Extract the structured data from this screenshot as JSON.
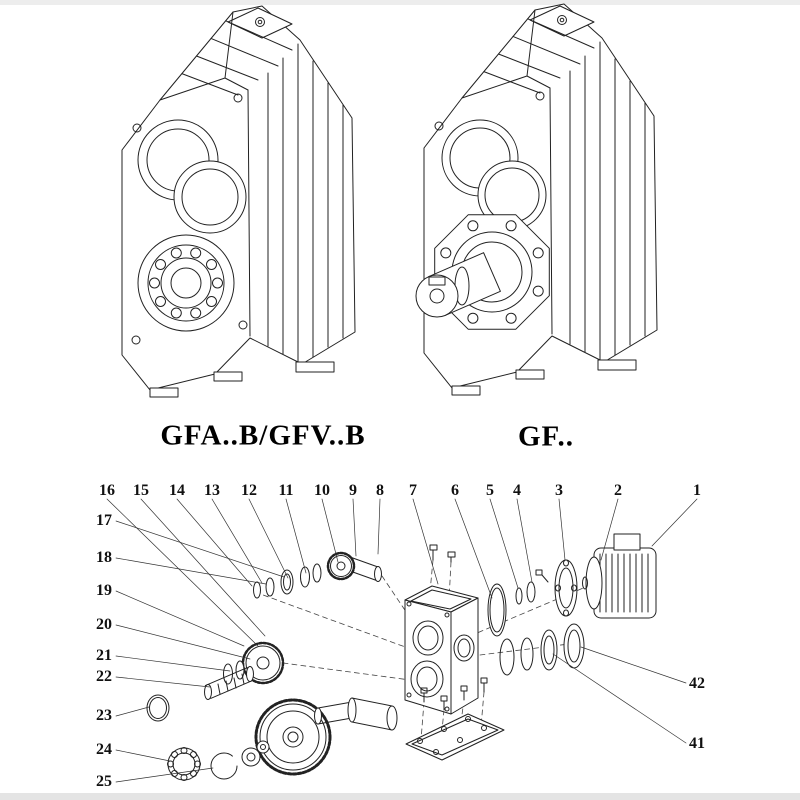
{
  "models": {
    "left_label": "GFA..B/GFV..B",
    "right_label": "GF.."
  },
  "parts": {
    "top_row": [
      "16",
      "15",
      "14",
      "13",
      "12",
      "11",
      "10",
      "9",
      "8",
      "7",
      "6",
      "5",
      "4",
      "3",
      "2",
      "1"
    ],
    "left_col": [
      "17",
      "18",
      "19",
      "20",
      "21",
      "22",
      "23",
      "24",
      "25"
    ],
    "right_col": [
      "42",
      "41"
    ]
  }
}
